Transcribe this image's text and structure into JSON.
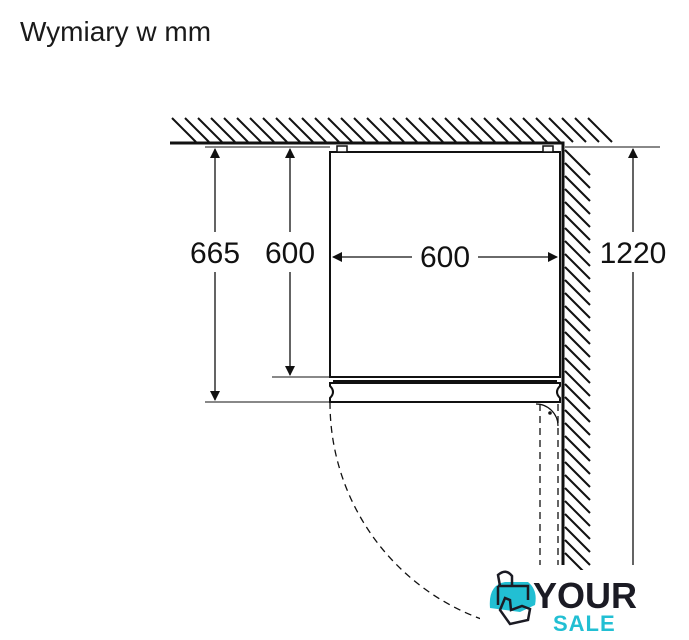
{
  "title": "Wymiary w mm",
  "dimensions": {
    "depth_total": "665",
    "depth_cabinet": "600",
    "width": "600",
    "door_clearance": "1220"
  },
  "logo": {
    "line1": "YOUR",
    "line2": "SALE",
    "accent": "#22bfd3"
  }
}
